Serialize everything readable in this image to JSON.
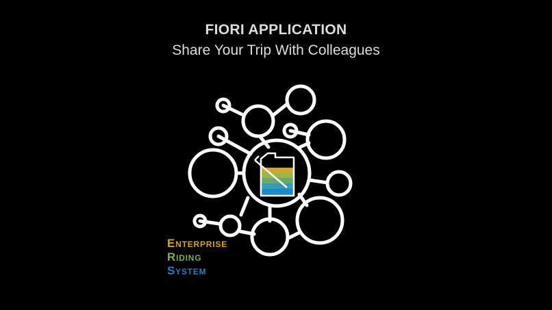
{
  "header": {
    "title": "FIORI APPLICATION",
    "subtitle": "Share Your Trip With Colleagues"
  },
  "logo": {
    "line1": "Enterprise",
    "line2": "Riding",
    "line3": "System",
    "colors": {
      "gold": "#d9a520",
      "green": "#7fae5b",
      "blue": "#2d7cc4"
    }
  },
  "icons": {
    "network": "network-nodes-icon",
    "canister": "fuel-canister-icon"
  },
  "colors": {
    "background": "#000000",
    "stroke": "#ffffff",
    "stripes": [
      "#d9a520",
      "#9bb347",
      "#6aa86c",
      "#3a9aae",
      "#1f86d0"
    ]
  }
}
